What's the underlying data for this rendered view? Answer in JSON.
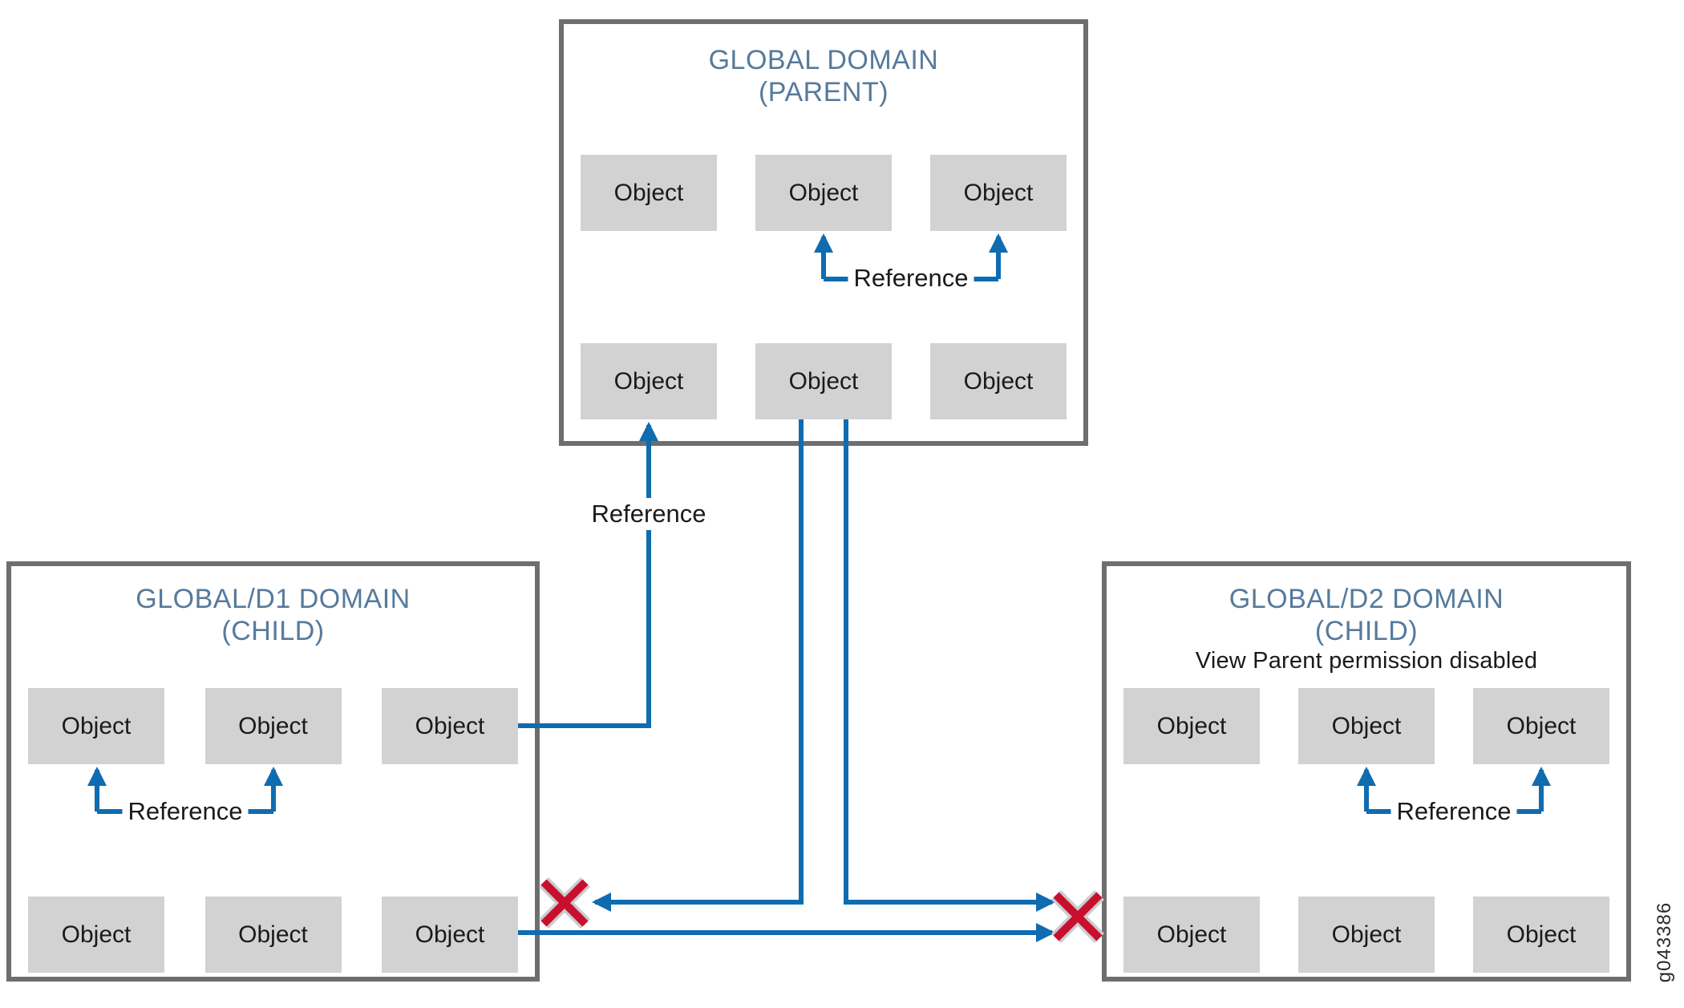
{
  "domains": {
    "parent": {
      "title_line1": "GLOBAL DOMAIN",
      "title_line2": "(PARENT)",
      "objects": [
        "Object",
        "Object",
        "Object",
        "Object",
        "Object",
        "Object"
      ]
    },
    "d1": {
      "title_line1": "GLOBAL/D1 DOMAIN",
      "title_line2": "(CHILD)",
      "objects": [
        "Object",
        "Object",
        "Object",
        "Object",
        "Object",
        "Object"
      ]
    },
    "d2": {
      "title_line1": "GLOBAL/D2 DOMAIN",
      "title_line2": "(CHILD)",
      "subtitle": "View Parent permission disabled",
      "objects": [
        "Object",
        "Object",
        "Object",
        "Object",
        "Object",
        "Object"
      ]
    }
  },
  "labels": {
    "parent_reference": "Reference",
    "d1_to_parent_reference": "Reference",
    "d1_reference": "Reference",
    "d2_reference": "Reference"
  },
  "figure_id": "g043386",
  "colors": {
    "title_blue": "#567a9b",
    "arrow_blue": "#0f6cb0",
    "cross_red": "#c8102e",
    "cross_outline": "#c9cbcd",
    "object_fill": "#d2d2d2",
    "box_border": "#6e6e6e",
    "text_dark": "#1a1a1a"
  }
}
